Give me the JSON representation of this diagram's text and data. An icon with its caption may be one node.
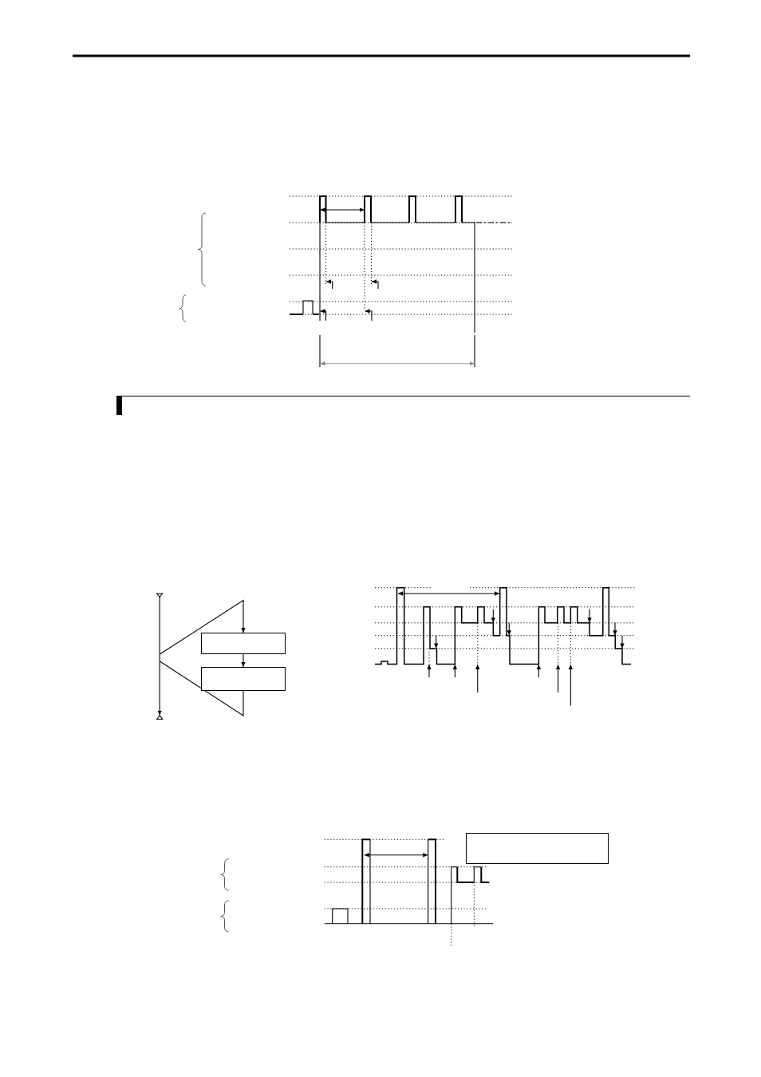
{
  "diagram": {
    "nodes": [
      {
        "text": [],
        "shape": "box"
      },
      {
        "text": [],
        "shape": "box"
      },
      {
        "text": [],
        "shape": "box"
      }
    ],
    "edges": [
      {
        "from": null,
        "to": 0,
        "arrow": "to"
      },
      {
        "from": 0,
        "to": 1,
        "arrow": "to"
      },
      {
        "from": 1,
        "to": null,
        "arrow": "none"
      }
    ]
  }
}
